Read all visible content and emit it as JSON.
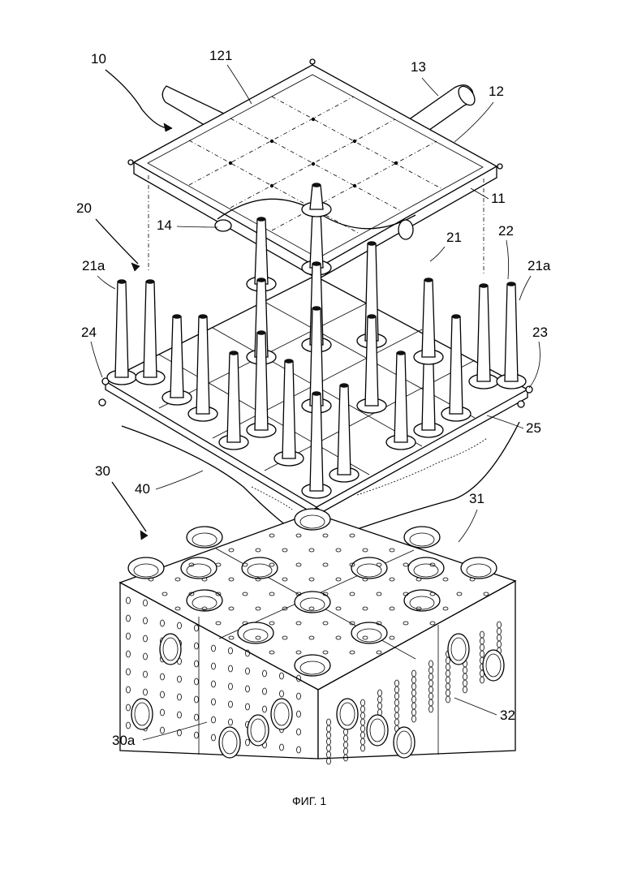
{
  "figure": {
    "caption": "ФИГ. 1",
    "labels": {
      "l10": "10",
      "l121": "121",
      "l13": "13",
      "l12": "12",
      "l11": "11",
      "l14": "14",
      "l20": "20",
      "l21": "21",
      "l22": "22",
      "l21a_left": "21a",
      "l21a_right": "21a",
      "l24": "24",
      "l23": "23",
      "l25": "25",
      "l40": "40",
      "l30": "30",
      "l31": "31",
      "l32": "32",
      "l30a": "30a"
    }
  }
}
